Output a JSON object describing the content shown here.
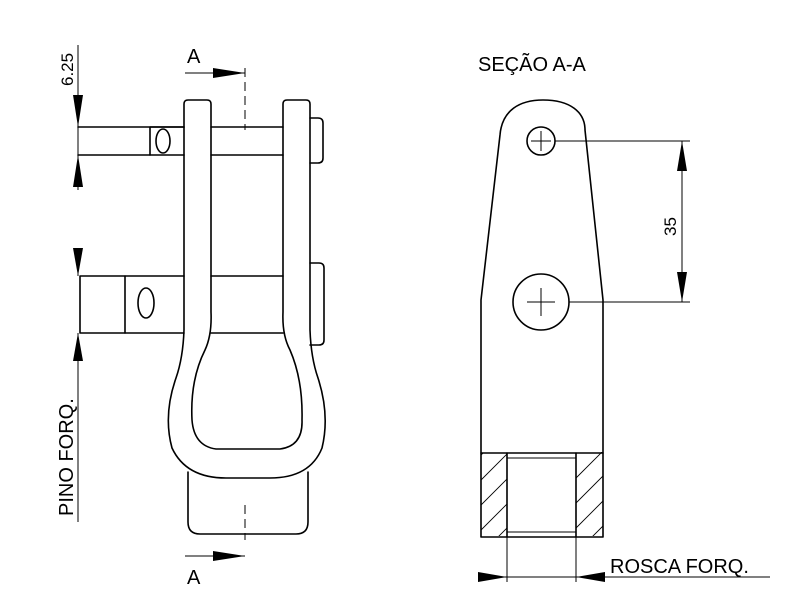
{
  "labels": {
    "section_mark_top": "A",
    "section_mark_bottom": "A",
    "section_title": "SEÇÃO A-A",
    "dim_left_top": "6.25",
    "dim_right": "35",
    "pin_label": "PINO FORQ.",
    "thread_label": "ROSCA FORQ."
  }
}
